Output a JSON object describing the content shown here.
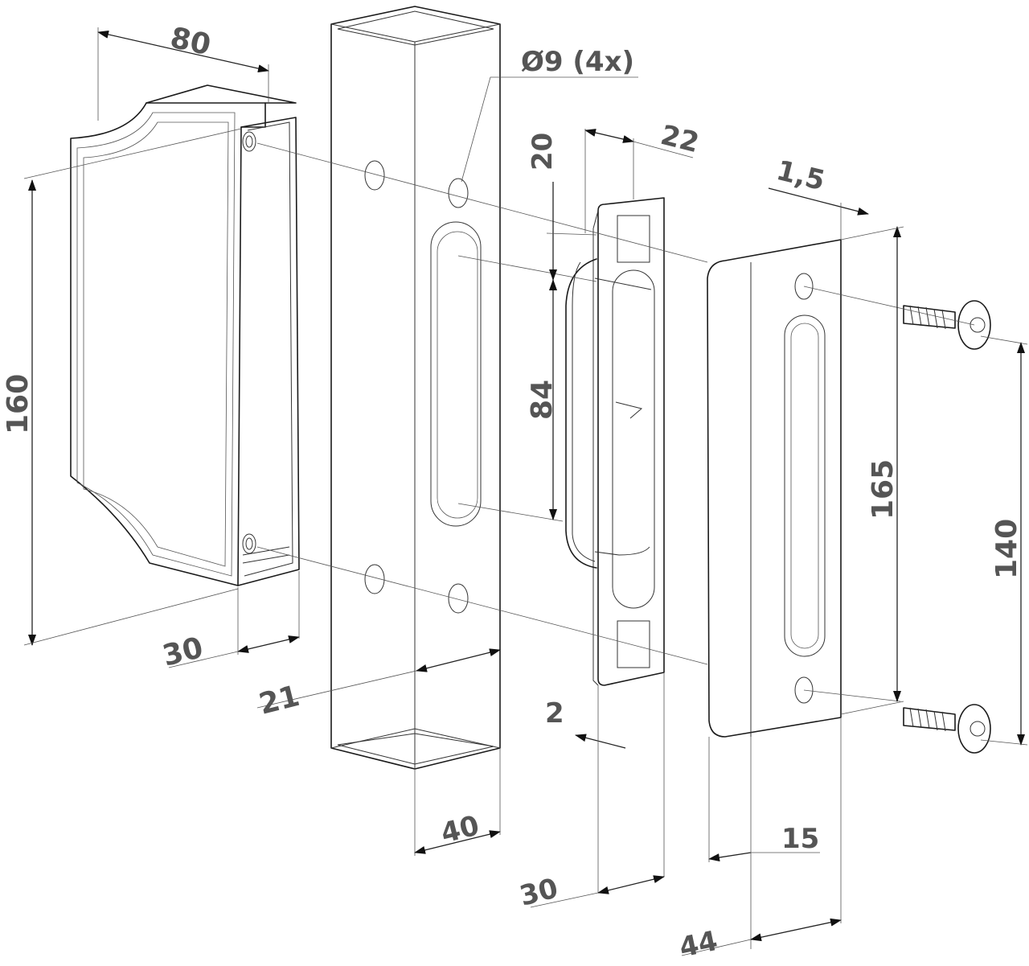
{
  "dimensions": {
    "d80": "80",
    "d160": "160",
    "d30_box": "30",
    "d21": "21",
    "d9": "Ø9 (4x)",
    "d20": "20",
    "d22": "22",
    "d84": "84",
    "d2": "2",
    "d40": "40",
    "d30_plate": "30",
    "d1_5": "1,5",
    "d165": "165",
    "d140": "140",
    "d15": "15",
    "d44": "44"
  }
}
